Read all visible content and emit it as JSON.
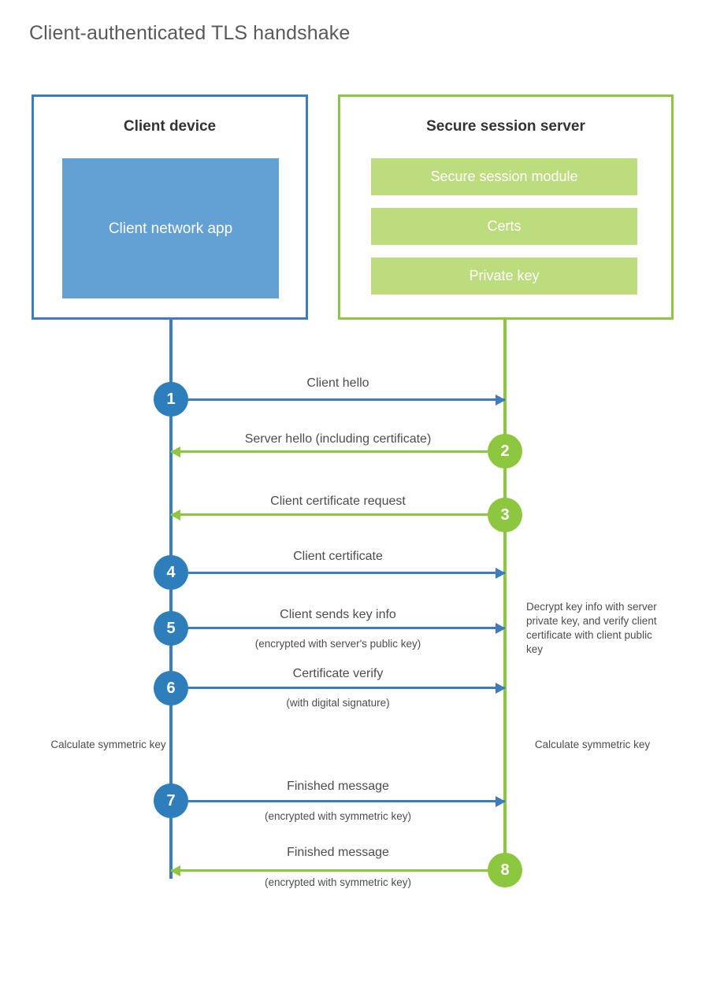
{
  "page": {
    "title": "Client-authenticated TLS handshake"
  },
  "colors": {
    "client_accent": "#3e7cbe",
    "client_circle": "#2e7ebc",
    "client_app_fill": "#63a0d4",
    "server_accent": "#8dc63f",
    "server_bar_fill": "#bcdc7e",
    "text": "#4d4d4f",
    "title_text": "#58595b",
    "background": "#ffffff"
  },
  "client": {
    "title": "Client device",
    "app_label": "Client network app"
  },
  "server": {
    "title": "Secure session server",
    "components": [
      "Secure session module",
      "Certs",
      "Private key"
    ]
  },
  "steps": [
    {
      "number": "1",
      "label": "Client hello",
      "sub": "",
      "direction": "client-to-server",
      "side": "client"
    },
    {
      "number": "2",
      "label": "Server hello (including certificate)",
      "sub": "",
      "direction": "server-to-client",
      "side": "server"
    },
    {
      "number": "3",
      "label": "Client certificate request",
      "sub": "",
      "direction": "server-to-client",
      "side": "server"
    },
    {
      "number": "4",
      "label": "Client certificate",
      "sub": "",
      "direction": "client-to-server",
      "side": "client"
    },
    {
      "number": "5",
      "label": "Client sends key info",
      "sub": "(encrypted with server's public key)",
      "direction": "client-to-server",
      "side": "client"
    },
    {
      "number": "6",
      "label": "Certificate verify",
      "sub": "(with digital signature)",
      "direction": "client-to-server",
      "side": "client"
    },
    {
      "number": "7",
      "label": "Finished message",
      "sub": "(encrypted with symmetric key)",
      "direction": "client-to-server",
      "side": "client"
    },
    {
      "number": "8",
      "label": "Finished message",
      "sub": "(encrypted with symmetric key)",
      "direction": "server-to-client",
      "side": "server"
    }
  ],
  "notes": {
    "server_decrypt": "Decrypt key info with server private key, and verify client certificate with client public key",
    "client_symmetric_key": "Calculate symmetric key",
    "server_symmetric_key": "Calculate symmetric key"
  }
}
